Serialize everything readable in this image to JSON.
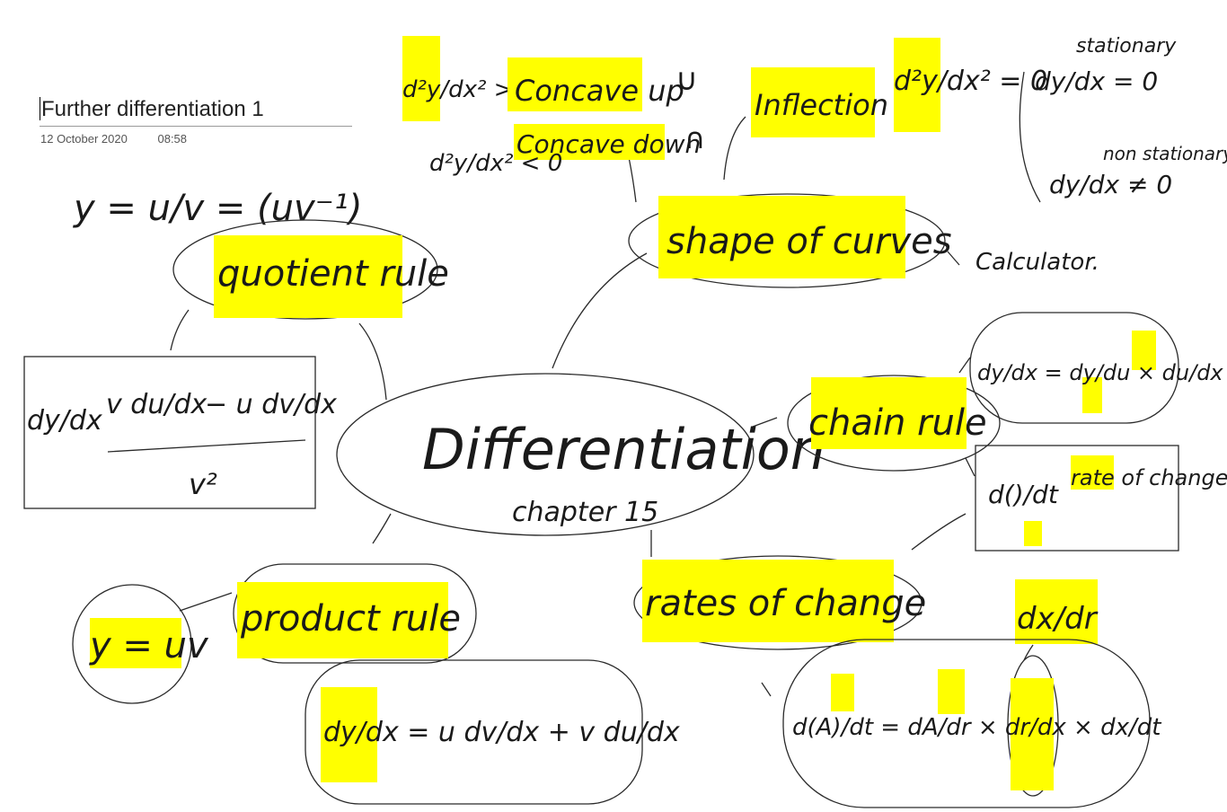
{
  "page": {
    "title": "Further differentiation 1",
    "date": "12 October 2020",
    "time": "08:58"
  },
  "notes": {
    "center_title": "Differentiation",
    "center_sub": "chapter 15",
    "quotient_rule": "quotient rule",
    "quotient_def": "y = u/v = (uv⁻¹)",
    "quotient_formula_num_1": "v du/dx",
    "quotient_formula_num_2": "− u dv/dx",
    "quotient_formula_den": "v²",
    "dy_dx": "dy/dx",
    "product_rule": "product rule",
    "product_def": "y = uv",
    "product_formula": "dy/dx = u dv/dx + v du/dx",
    "shape_of_curves": "shape of curves",
    "concave_up": "Concave up",
    "concave_down": "Concave down",
    "concave_up_cond": "d²y/dx² > 0",
    "concave_down_cond": "d²y/dx² < 0",
    "cup_symbol": "∪",
    "cap_symbol": "∩",
    "inflection": "Inflection",
    "inflection_cond": "d²y/dx² = 0",
    "stationary": "stationary",
    "stationary_cond": "dy/dx = 0",
    "non_stationary": "non stationary",
    "non_stationary_cond": "dy/dx ≠ 0",
    "calculator": "Calculator.",
    "chain_rule": "chain rule",
    "chain_formula": "dy/dx = dy/du × du/dx",
    "rate_expr": "d()/dt",
    "rate_of_change": "rate of change",
    "rates_of_change": "rates of change",
    "dx_dr": "dx/dr",
    "rates_formula": "d(A)/dt = dA/dr × dr/dx × dx/dt"
  },
  "colors": {
    "highlight": "#ffff00",
    "ink": "#1a1a1a"
  }
}
